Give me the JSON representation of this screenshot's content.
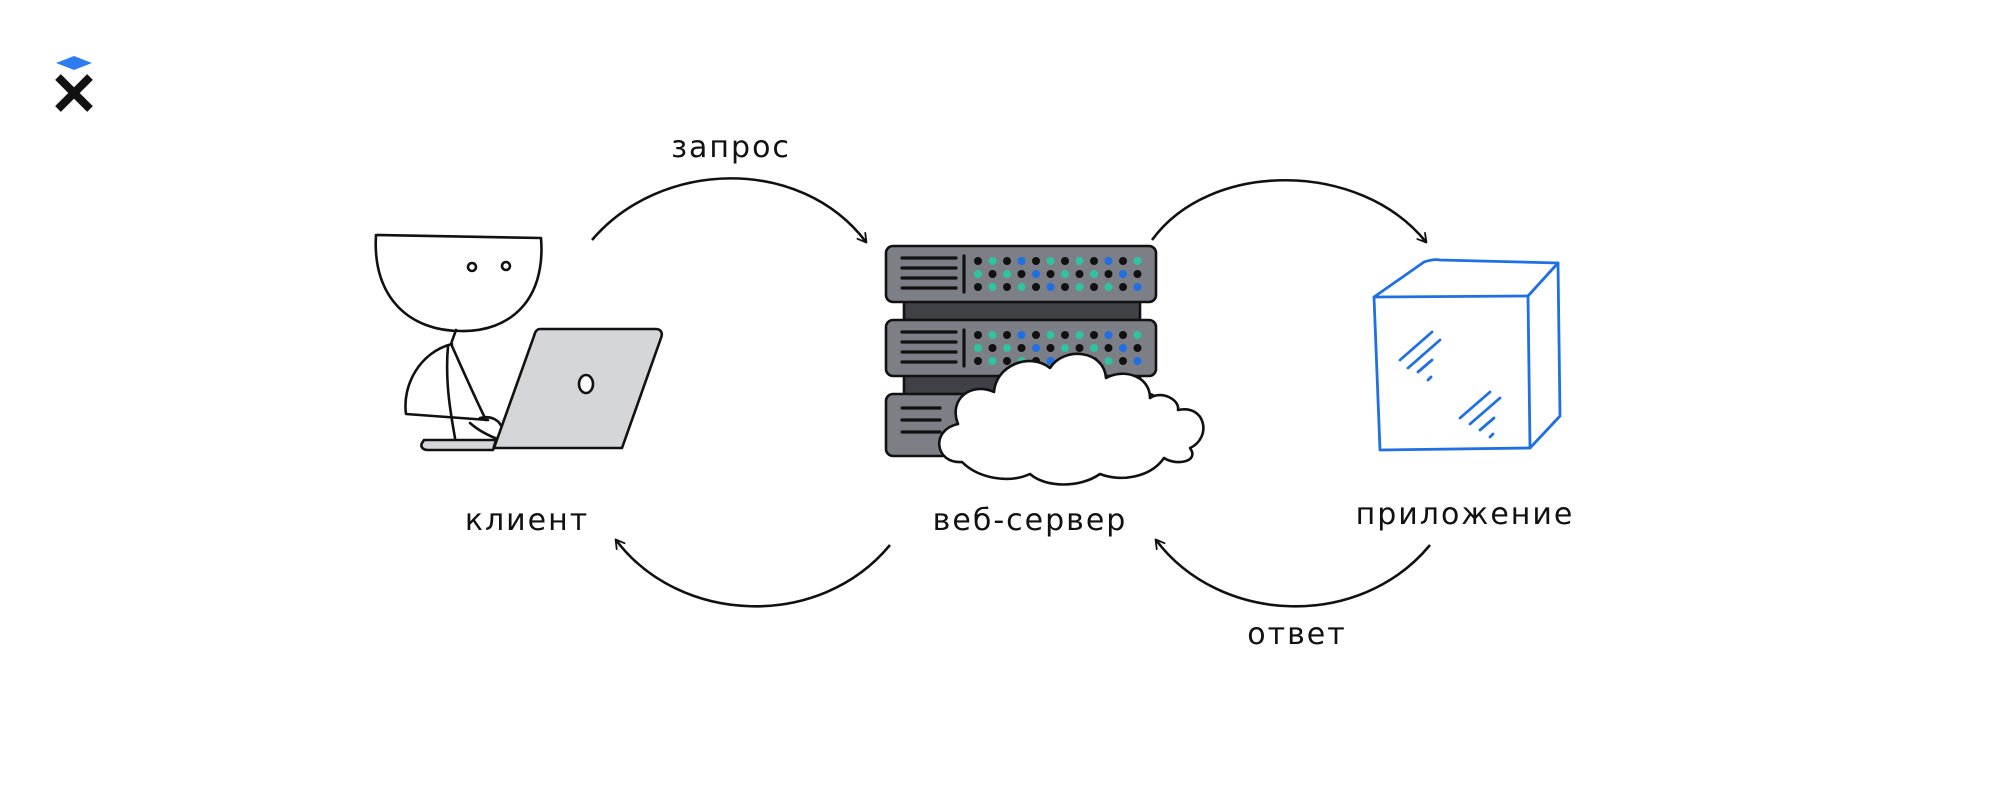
{
  "labels": {
    "request": "запрос",
    "response": "ответ",
    "client": "клиент",
    "web_server": "веб-сервер",
    "application": "приложение"
  },
  "colors": {
    "stroke": "#111111",
    "accent_blue": "#1f6fe5",
    "led_green": "#2ec4a0",
    "server_gray": "#7d7f86",
    "laptop_gray": "#d4d6da",
    "logo_blue": "#2f7cf0"
  },
  "icons": [
    "logo-icon",
    "client-person-icon",
    "laptop-icon",
    "server-rack-icon",
    "cloud-icon",
    "application-box-icon"
  ]
}
